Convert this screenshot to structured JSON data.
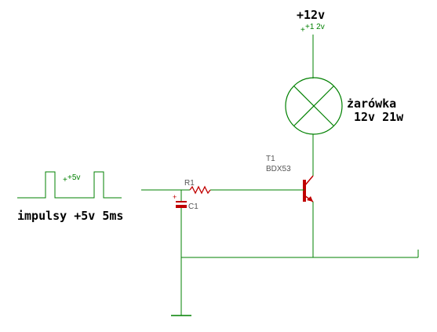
{
  "colors": {
    "wire": "#008000",
    "component": "#c00000",
    "text": "#000000",
    "label": "#555555",
    "background": "#ffffff"
  },
  "supply": {
    "label": "+12v",
    "net_label": "+1 2v"
  },
  "lamp": {
    "name": "żarówka",
    "rating": "12v 21w"
  },
  "transistor": {
    "designator": "T1",
    "part": "BDX53"
  },
  "resistor": {
    "designator": "R1"
  },
  "capacitor": {
    "designator": "C1",
    "polarity": "+"
  },
  "pulse": {
    "net_label": "+5v",
    "caption": "impulsy +5v 5ms"
  }
}
